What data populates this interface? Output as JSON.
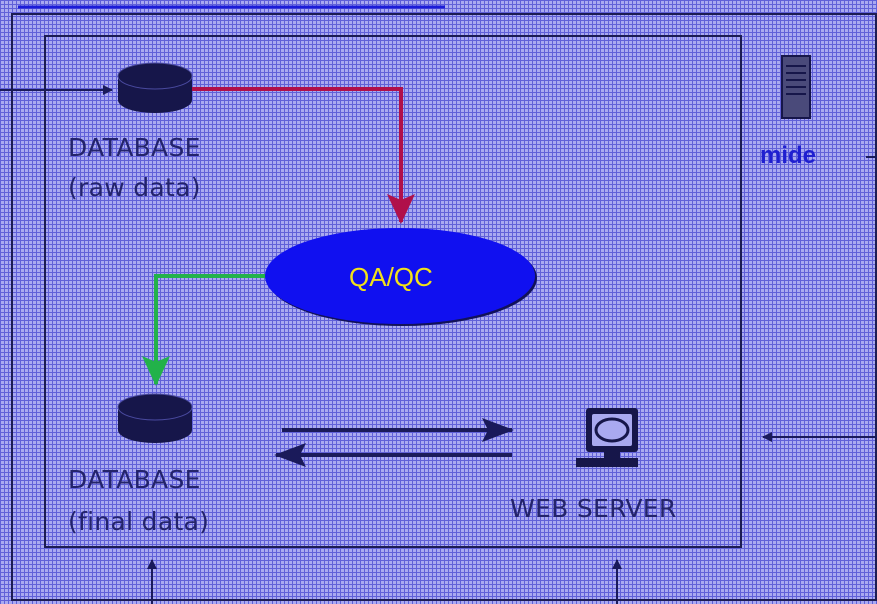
{
  "diagram": {
    "nodes": {
      "db_raw": {
        "line1": "DATABASE",
        "line2": "(raw data)",
        "icon": "database-icon"
      },
      "qaqc": {
        "label": "QA/QC",
        "fill": "#1010f0",
        "text_color": "#f2e21a"
      },
      "db_final": {
        "line1": "DATABASE",
        "line2": "(final data)",
        "icon": "database-icon"
      },
      "web_server": {
        "label": "WEB SERVER",
        "icon": "computer-icon"
      },
      "server": {
        "label": "mide",
        "icon": "server-tower-icon"
      }
    },
    "edges": [
      {
        "from": "external",
        "to": "db_raw",
        "color": "#1a1a5a"
      },
      {
        "from": "db_raw",
        "to": "qaqc",
        "color": "#b0104a"
      },
      {
        "from": "qaqc",
        "to": "db_final",
        "color": "#22b24a"
      },
      {
        "from": "db_final",
        "to": "web_server",
        "color": "#1a1a5a"
      },
      {
        "from": "web_server",
        "to": "db_final",
        "color": "#1a1a5a"
      },
      {
        "from": "external",
        "to": "web_server",
        "color": "#1a1a5a"
      }
    ],
    "colors": {
      "background": "#a9a9f0",
      "grid": "#5b5bd6",
      "frame": "#1c1c52",
      "icon": "#16164a",
      "label": "#23236b"
    }
  }
}
